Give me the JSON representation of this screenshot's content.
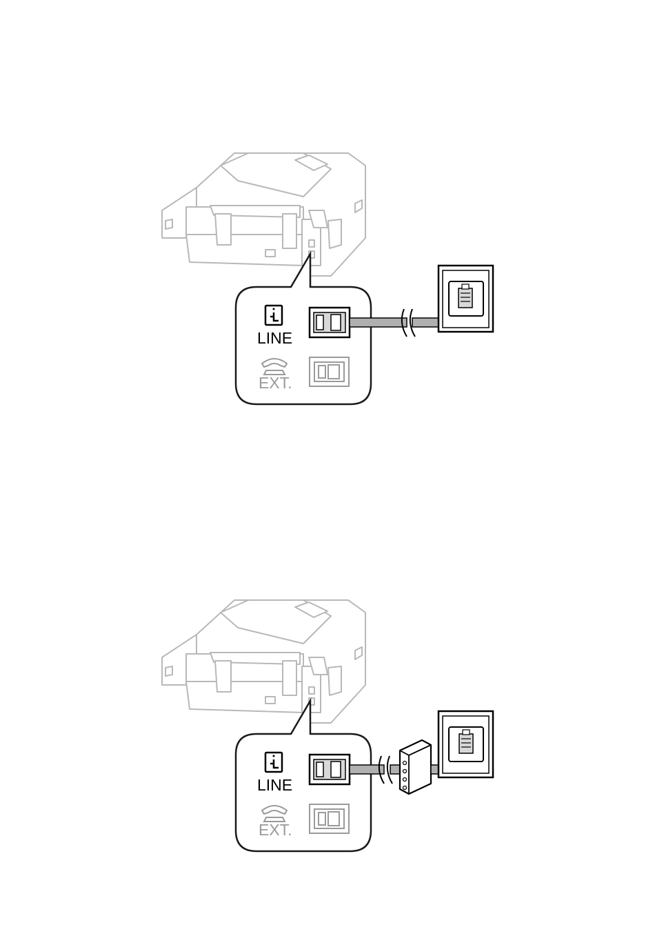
{
  "figures": [
    {
      "id": "direct-wall-jack",
      "line_label": "LINE",
      "ext_label": "EXT.",
      "has_splitter": false
    },
    {
      "id": "via-splitter",
      "line_label": "LINE",
      "ext_label": "EXT.",
      "has_splitter": true
    }
  ],
  "colors": {
    "printer_outline": "#b8b8b8",
    "cable": "#b0b0b0",
    "outline": "#1a1a1a",
    "ext_gray": "#9a9a9a"
  }
}
